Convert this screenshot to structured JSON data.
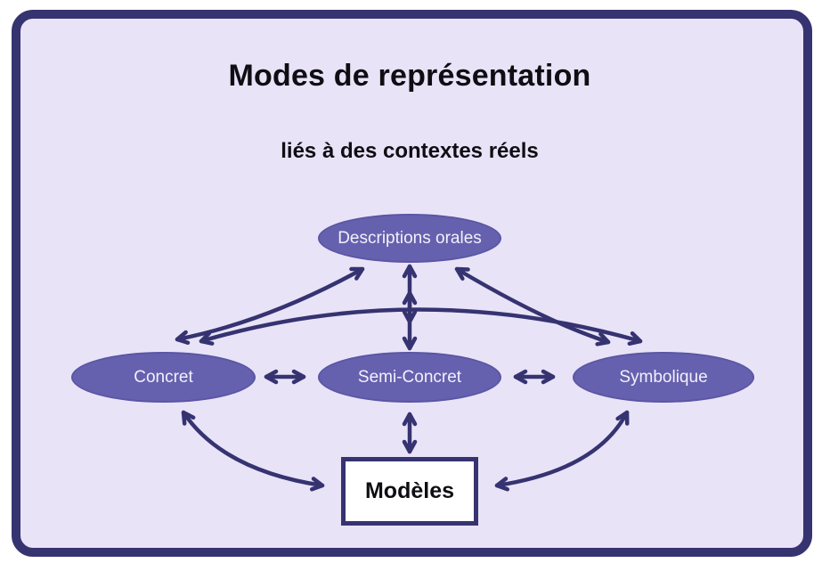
{
  "title": "Modes de représentation",
  "subtitle": "liés à des contextes réels",
  "nodes": {
    "descriptions_orales": {
      "label": "Descriptions orales",
      "shape": "ellipse"
    },
    "concret": {
      "label": "Concret",
      "shape": "ellipse"
    },
    "semi_concret": {
      "label": "Semi-Concret",
      "shape": "ellipse"
    },
    "symbolique": {
      "label": "Symbolique",
      "shape": "ellipse"
    },
    "modeles": {
      "label": "Modèles",
      "shape": "rectangle"
    }
  },
  "edges": [
    {
      "from": "descriptions_orales",
      "to": "concret",
      "bidirectional": true,
      "style": "curved"
    },
    {
      "from": "descriptions_orales",
      "to": "semi_concret",
      "bidirectional": true,
      "style": "double-vertical"
    },
    {
      "from": "descriptions_orales",
      "to": "symbolique",
      "bidirectional": true,
      "style": "curved"
    },
    {
      "from": "concret",
      "to": "semi_concret",
      "bidirectional": true,
      "style": "straight"
    },
    {
      "from": "semi_concret",
      "to": "symbolique",
      "bidirectional": true,
      "style": "straight"
    },
    {
      "from": "concret",
      "to": "symbolique",
      "bidirectional": true,
      "style": "arc"
    },
    {
      "from": "concret",
      "to": "modeles",
      "bidirectional": true,
      "style": "curved"
    },
    {
      "from": "semi_concret",
      "to": "modeles",
      "bidirectional": true,
      "style": "straight"
    },
    {
      "from": "symbolique",
      "to": "modeles",
      "bidirectional": true,
      "style": "curved"
    }
  ],
  "colors": {
    "frame": "#363371",
    "card_bg": "#e9e3f8",
    "node_fill": "#6661ae",
    "node_stroke": "#5b56a4",
    "node_text": "#f2f0fb",
    "arrow": "#363371",
    "box_bg": "#ffffff",
    "text": "#0e0e13"
  }
}
